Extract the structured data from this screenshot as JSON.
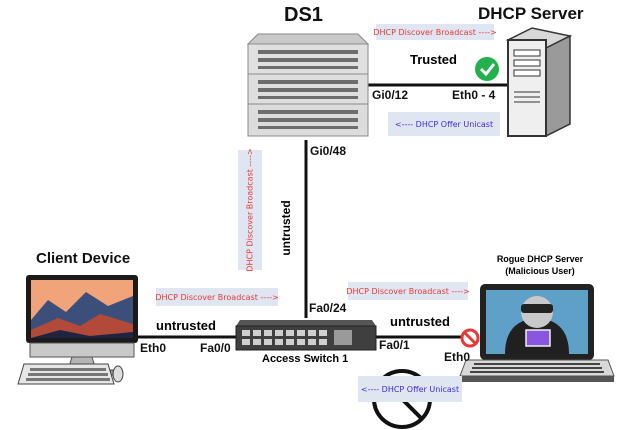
{
  "labels": {
    "ds1": "DS1",
    "dhcp_server": "DHCP Server",
    "trusted": "Trusted",
    "gi0_12": "Gi0/12",
    "eth0_4": "Eth0 - 4",
    "gi0_48": "Gi0/48",
    "untrusted_vertical": "untrusted",
    "client_device": "Client Device",
    "untrusted_left": "untrusted",
    "eth0_left": "Eth0",
    "fa0_0": "Fa0/0",
    "fa0_24": "Fa0/24",
    "access_switch": "Access Switch 1",
    "untrusted_right": "untrusted",
    "fa0_1": "Fa0/1",
    "eth0_right": "Eth0",
    "rogue_line1": "Rogue DHCP Server",
    "rogue_line2": "(Malicious User)"
  },
  "notes": {
    "discover_top": "DHCP Discover Broadcast ---->",
    "offer_top": "<---- DHCP Offer Unicast",
    "discover_vertical": "DHCP Discover Broadcast ---->",
    "discover_client": "DHCP Discover Broadcast ---->",
    "discover_rogue": "DHCP Discover Broadcast ---->",
    "offer_rogue": "<---- DHCP Offer Unicast"
  },
  "colors": {
    "note_bg": "#dfe6f1",
    "note_red": "#e53935",
    "note_blue": "#3d2dd9",
    "trusted_check": "#22b14c",
    "blocked": "#e53935"
  },
  "icons": {
    "ds1": "server-rack-icon",
    "dhcp_server": "tower-server-icon",
    "client": "desktop-monitor-icon",
    "switch": "network-switch-icon",
    "rogue": "hacker-laptop-icon",
    "check": "check-circle-icon",
    "blocked_small": "blocked-icon",
    "blocked_large": "prohibited-icon"
  }
}
